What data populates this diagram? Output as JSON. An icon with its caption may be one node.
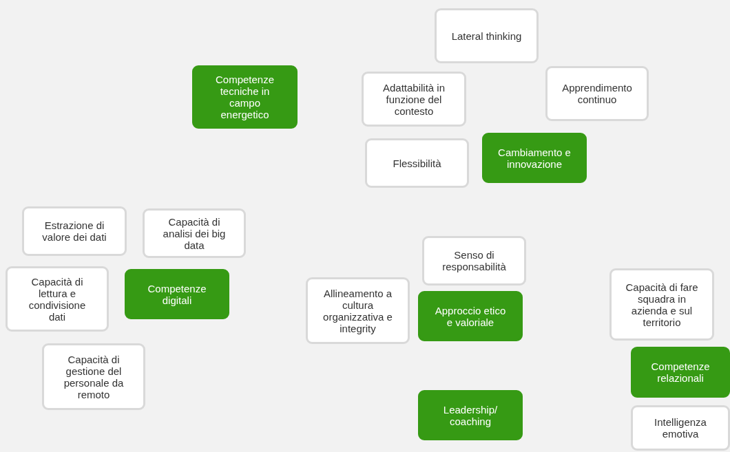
{
  "diagram": {
    "nodes": [
      {
        "text": [
          "Competenze tecniche in campo energetico"
        ]
      },
      {
        "text": [
          "Lateral thinking"
        ]
      },
      {
        "text": [
          "Adattabilità in funzione del contesto"
        ]
      },
      {
        "text": [
          "Apprendimento continuo"
        ]
      },
      {
        "text": [
          "Flessibilità"
        ]
      },
      {
        "text": [
          "Cambiamento e innovazione"
        ]
      },
      {
        "text": [
          "Estrazione di valore dei dati"
        ]
      },
      {
        "text": [
          "Capacità di analisi dei big data"
        ]
      },
      {
        "text": [
          "Capacità di lettura e condivisione dati"
        ]
      },
      {
        "text": [
          "Competenze digitali"
        ]
      },
      {
        "text": [
          "Capacità di gestione del personale da remoto"
        ]
      },
      {
        "text": [
          "Senso di responsabilità"
        ]
      },
      {
        "text": [
          "Allineamento a cultura organizzativa e integrity"
        ]
      },
      {
        "text": [
          "Approccio etico e valoriale"
        ]
      },
      {
        "text": [
          "Capacità di fare squadra in azienda e sul territorio"
        ]
      },
      {
        "text": [
          "Competenze relazionali"
        ]
      },
      {
        "text": [
          "Leadership/ coaching"
        ]
      },
      {
        "text": [
          "Intelligenza emotiva"
        ]
      }
    ]
  }
}
